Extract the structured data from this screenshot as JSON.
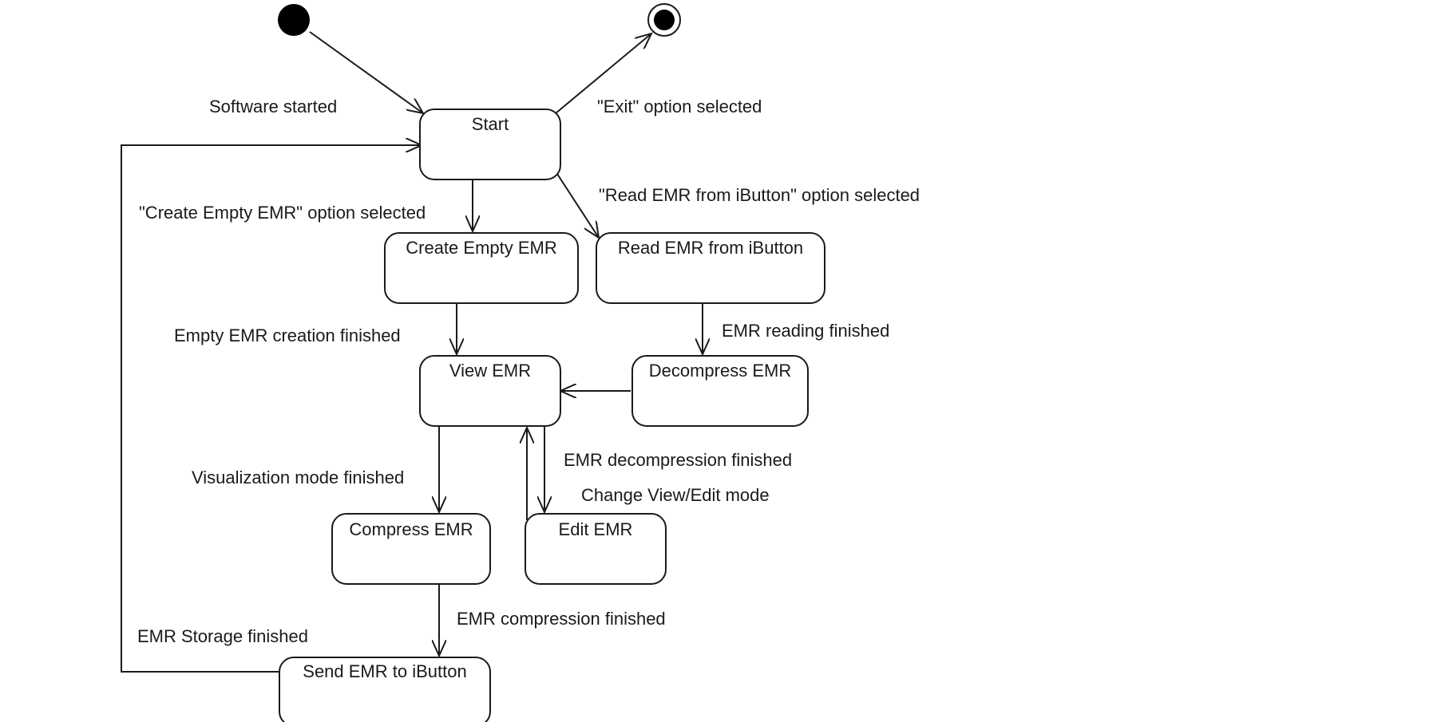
{
  "states": {
    "start": "Start",
    "create_empty": "Create Empty EMR",
    "read_ibutton": "Read EMR from iButton",
    "view": "View EMR",
    "decompress": "Decompress EMR",
    "compress": "Compress EMR",
    "edit": "Edit EMR",
    "send": "Send EMR to iButton"
  },
  "transitions": {
    "software_started": "Software started",
    "exit_selected": "\"Exit\" option selected",
    "read_selected": "\"Read EMR from iButton\" option selected",
    "create_selected": "\"Create Empty EMR\" option selected",
    "empty_creation_finished": "Empty EMR creation finished",
    "reading_finished": "EMR reading finished",
    "decompression_finished": "EMR decompression finished",
    "change_mode": "Change View/Edit mode",
    "visualization_finished": "Visualization mode finished",
    "compression_finished": "EMR compression finished",
    "storage_finished": "EMR Storage finished"
  }
}
